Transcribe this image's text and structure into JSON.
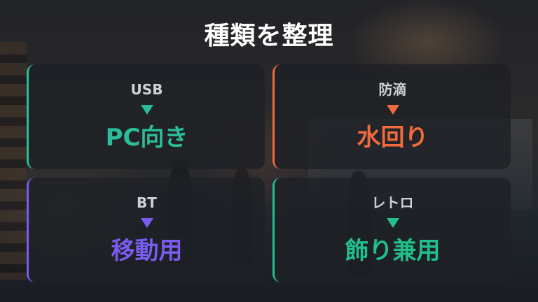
{
  "title": "種類を整理",
  "cards": [
    {
      "label": "USB",
      "value": "PC向き",
      "accent": "#2bbd99"
    },
    {
      "label": "防滴",
      "value": "水回り",
      "accent": "#f06a3c"
    },
    {
      "label": "BT",
      "value": "移動用",
      "accent": "#7a5cf0"
    },
    {
      "label": "レトロ",
      "value": "飾り兼用",
      "accent": "#21c08a"
    }
  ],
  "icons": {
    "card_arrow": "triangle-down-icon"
  }
}
